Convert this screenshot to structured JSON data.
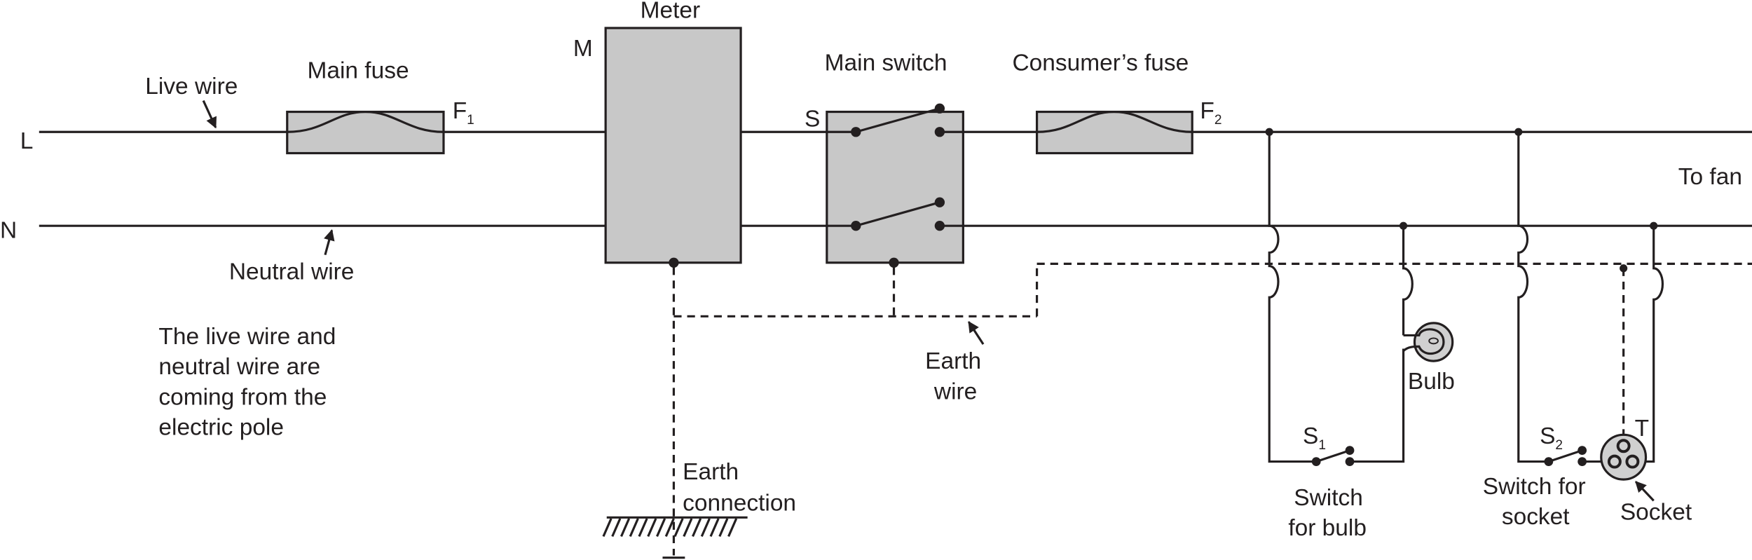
{
  "labels": {
    "L": "L",
    "N": "N",
    "live_wire": "Live wire",
    "neutral_wire": "Neutral wire",
    "main_fuse": "Main fuse",
    "F1": "F",
    "F1_sub": "1",
    "meter": "Meter",
    "M": "M",
    "main_switch": "Main switch",
    "S": "S",
    "consumers_fuse": "Consumer’s fuse",
    "F2": "F",
    "F2_sub": "2",
    "to_fan": "To fan",
    "note_lines": [
      "The live wire and",
      "neutral wire are",
      "coming from the",
      "electric pole"
    ],
    "earth_wire": [
      "Earth",
      "wire"
    ],
    "earth_connection": [
      "Earth",
      "connection"
    ],
    "bulb": "Bulb",
    "S1": "S",
    "S1_sub": "1",
    "switch_for_bulb": [
      "Switch",
      "for bulb"
    ],
    "S2": "S",
    "S2_sub": "2",
    "switch_for_socket": [
      "Switch for",
      "socket"
    ],
    "T": "T",
    "socket": "Socket"
  },
  "colors": {
    "line": "#231f20",
    "component_fill": "#c8c8c8"
  }
}
